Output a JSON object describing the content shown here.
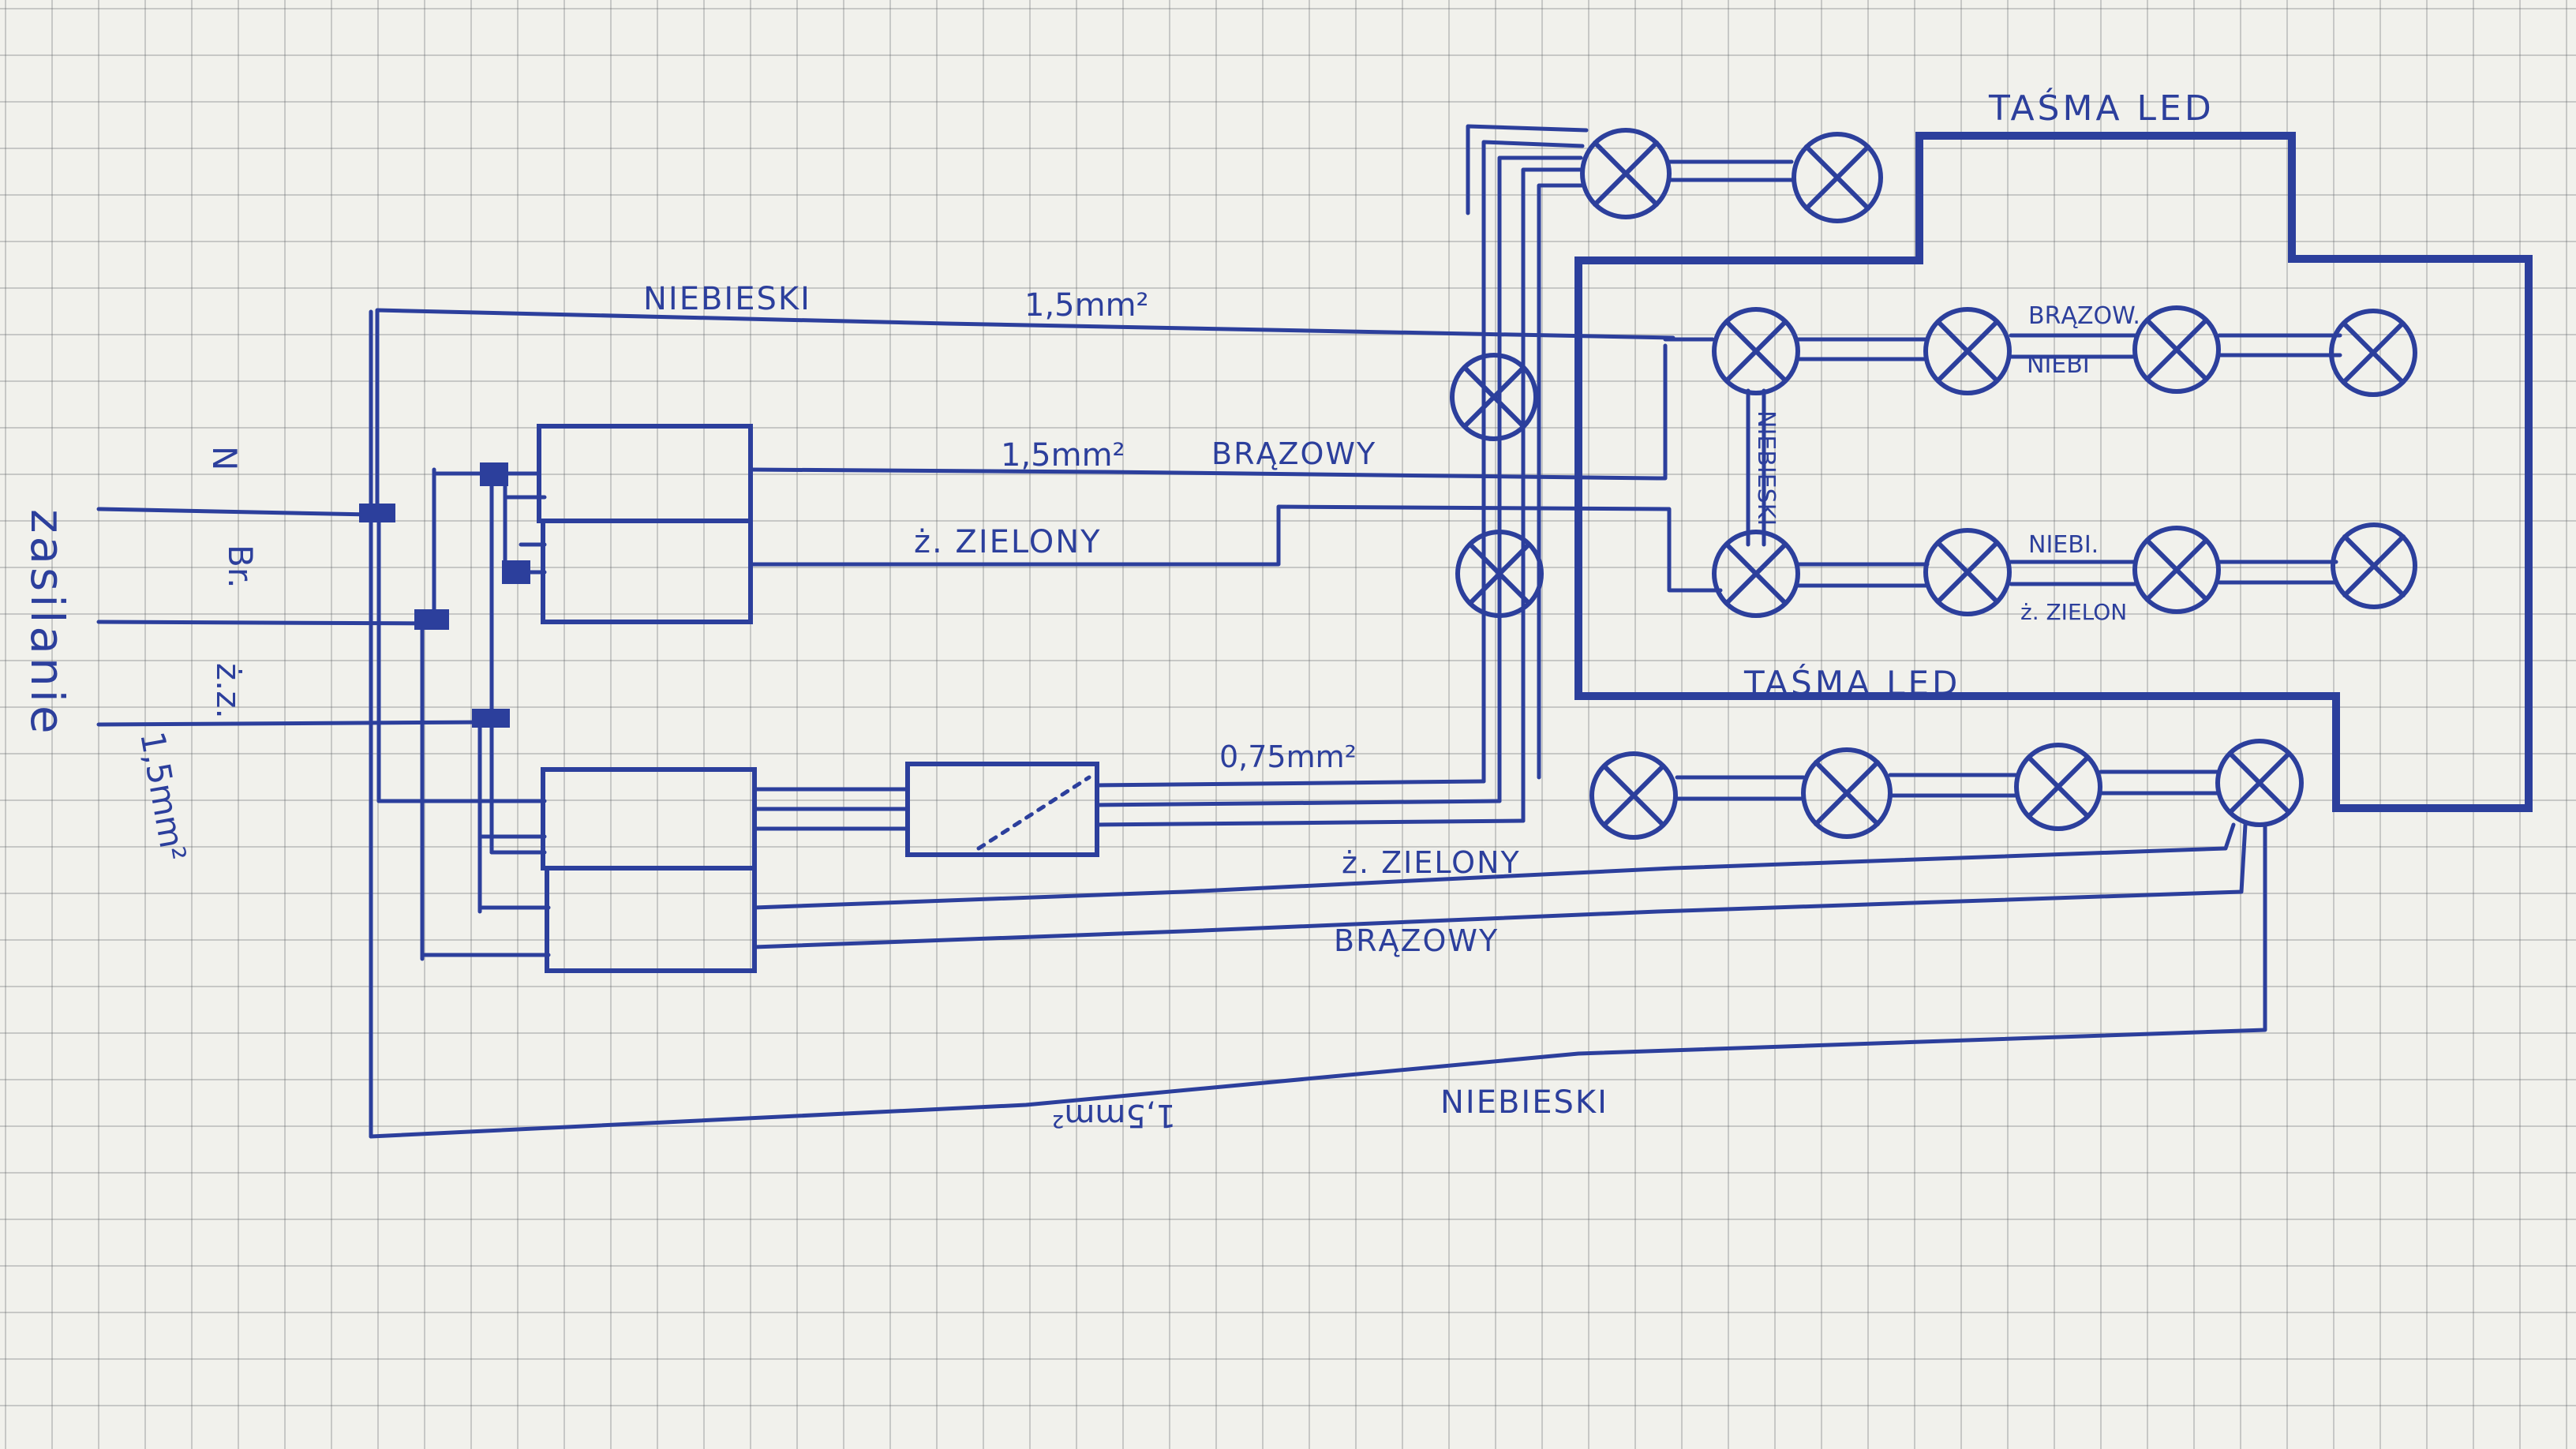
{
  "labels": {
    "power_supply": "zasilanie",
    "wire_n": "N",
    "wire_br": "Br.",
    "wire_zz": "ż.z.",
    "supply_cross_section": "1,5mm²",
    "top_blue": "NIEBIESKI",
    "top_blue_section": "1,5mm²",
    "brown_section": "1,5mm²",
    "brown_top": "BRĄZOWY",
    "green_top": "ż. ZIELONY",
    "led_strip_top": "TAŚMA LED",
    "led_strip_mid": "TAŚMA LED",
    "vertical_blue": "NIEBIESKI",
    "row1_brown": "BRĄZOW.",
    "row1_blue": "NIEBI",
    "row2_blue": "NIEBI.",
    "row2_green": "ż. ZIELON",
    "small_section": "0,75mm²",
    "green_bottom": "ż. ZIELONY",
    "brown_bottom": "BRĄZOWY",
    "bottom_blue": "NIEBIESKI",
    "bottom_blue_section": "1,5mm²"
  },
  "colors": {
    "ink": "#2c3f9c",
    "paper": "#f1f1ec",
    "grid": "#a8aaae"
  }
}
